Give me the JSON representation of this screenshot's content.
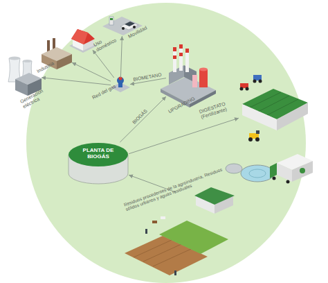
{
  "diagram": {
    "nodes": [
      {
        "text": [
          "PLANTA DE BIOGÁS"
        ]
      },
      {
        "text": [
          "UPGRADING"
        ]
      },
      {
        "text": [
          "Red del gas"
        ]
      },
      {
        "text": [
          "Generación eléctrica"
        ]
      },
      {
        "text": [
          "Industria"
        ]
      },
      {
        "text": [
          "Uso doméstico"
        ]
      },
      {
        "text": [
          "Movilidad"
        ]
      },
      {
        "text": [
          "DIGESTATO (Fertilizante)"
        ]
      },
      {
        "text": [
          "Residuos procedentes de la agroindustria, Residuos sólidos urbanos y aguas residuales"
        ]
      }
    ],
    "edges": [
      {
        "from": 8,
        "to": 0,
        "arrow": "to"
      },
      {
        "from": 0,
        "to": 1,
        "label": "BIOGÁS",
        "arrow": "to"
      },
      {
        "from": 1,
        "to": 2,
        "label": "BIOMETANO",
        "arrow": "to"
      },
      {
        "from": 2,
        "to": 3,
        "arrow": "to"
      },
      {
        "from": 2,
        "to": 4,
        "arrow": "to"
      },
      {
        "from": 2,
        "to": 5,
        "arrow": "to"
      },
      {
        "from": 2,
        "to": 6,
        "arrow": "to"
      },
      {
        "from": 0,
        "to": 7,
        "arrow": "to"
      }
    ]
  }
}
